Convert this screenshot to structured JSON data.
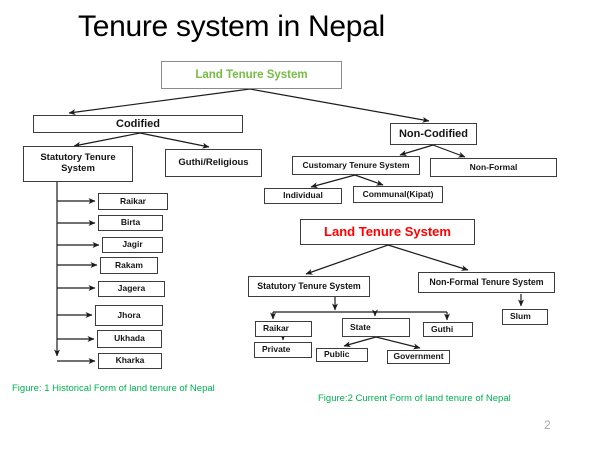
{
  "page": {
    "title": "Tenure system in Nepal",
    "page_number": "2"
  },
  "colors": {
    "fig1_root_text": "#74be43",
    "fig2_root_text": "#ff0000",
    "caption_text": "#00b050",
    "box_border": "#3d3d3d",
    "arrow_stroke": "#1c1c1c",
    "page_number_text": "#a9a9a9"
  },
  "figure1": {
    "root": "Land Tenure System",
    "branch_codified": "Codified",
    "branch_non_codified": "Non-Codified",
    "statutory": "Statutory Tenure System",
    "guthi_religious": "Guthi/Religious",
    "customary": "Customary Tenure System",
    "non_formal": "Non-Formal",
    "individual": "Individual",
    "communal": "Communal(Kipat)",
    "tenure_types": [
      "Raikar",
      "Birta",
      "Jagir",
      "Rakam",
      "Jagera",
      "Jhora",
      "Ukhada",
      "Kharka"
    ],
    "caption": "Figure: 1 Historical Form of land tenure of Nepal"
  },
  "figure2": {
    "root": "Land Tenure System",
    "statutory": "Statutory Tenure System",
    "non_formal": "Non-Formal Tenure System",
    "raikar": "Raikar",
    "state": "State",
    "guthi": "Guthi",
    "private": "Private",
    "public": "Public",
    "government": "Government",
    "slum": "Slum",
    "caption": "Figure:2 Current Form of land tenure of Nepal"
  }
}
